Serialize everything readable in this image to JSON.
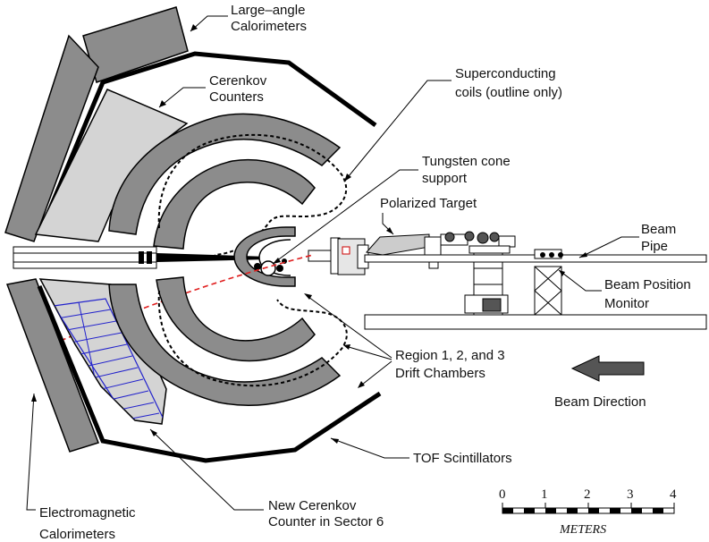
{
  "labels": {
    "large_angle_cal": [
      "Large–angle",
      "Calorimeters"
    ],
    "cerenkov": [
      "Cerenkov",
      "Counters"
    ],
    "sc_coils": [
      "Superconducting",
      "coils (outline only)"
    ],
    "tungsten": [
      "Tungsten cone",
      "support"
    ],
    "pol_target": [
      "Polarized Target"
    ],
    "beam_pipe": [
      "Beam",
      "Pipe"
    ],
    "beam_position": [
      "Beam Position",
      "Monitor"
    ],
    "drift_chambers": [
      "Region 1, 2, and 3",
      "Drift Chambers"
    ],
    "beam_direction": [
      "Beam Direction"
    ],
    "tof": [
      "TOF Scintillators"
    ],
    "new_cerenkov": [
      "New Cerenkov",
      "Counter in Sector 6"
    ],
    "em_cal": [
      "Electromagnetic",
      "Calorimeters"
    ]
  },
  "scale": {
    "ticks": [
      "0",
      "1",
      "2",
      "3",
      "4"
    ],
    "unit": "METERS"
  },
  "colors": {
    "dark_detector": "#8c8c8c",
    "light_detector": "#d4d4d4",
    "new_counter": "#2222cc",
    "beam_line": "#e02020"
  }
}
